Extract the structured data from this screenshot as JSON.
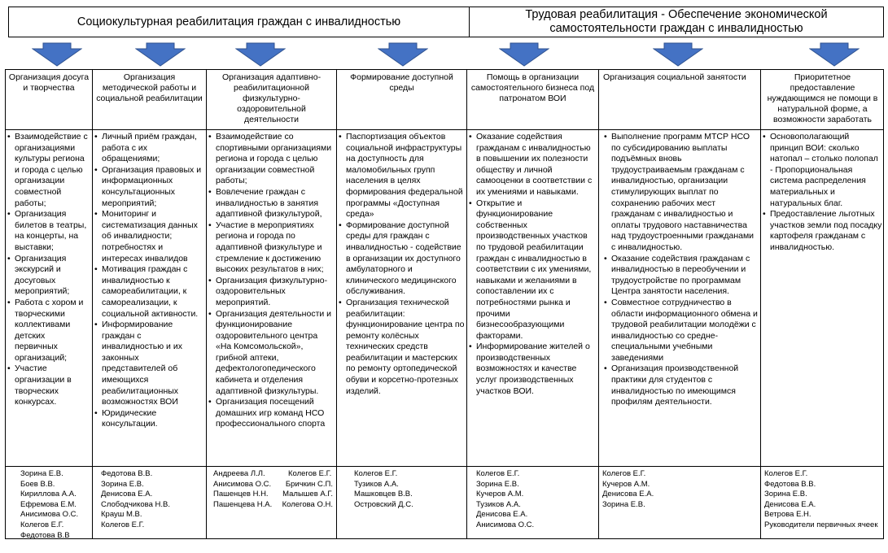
{
  "header": {
    "left_title": "Социокультурная реабилитация граждан с инвалидностью",
    "right_title_line1": "Трудовая реабилитация - Обеспечение экономической",
    "right_title_line2": "самостоятельности граждан с инвалидностью"
  },
  "colors": {
    "arrow_fill": "#4472C4",
    "arrow_stroke": "#2F528F",
    "border": "#000000"
  },
  "icons": {
    "arrow": "down-arrow-icon"
  },
  "columns": [
    {
      "title": "Организация досуга и творчества",
      "items": [
        "Взаимодействие с организациями культуры региона и города с целью организации совместной работы;",
        "Организация билетов в театры, на концерты, на выставки;",
        "Организация экскурсий и досуговых мероприятий;",
        "Работа с хором и творческими коллективами детских первичных организаций;",
        "Участие организации в творческих конкурсах."
      ],
      "people": [
        "Зорина Е.В.",
        "Боев В.В.",
        "Кириллова А.А.",
        "Ефремова Е.М.",
        "Анисимова О.С.",
        "Колегов Е.Г.",
        "Федотова В.В"
      ]
    },
    {
      "title": "Организация методической работы и социальной реабилитации",
      "items": [
        "Личный приём граждан, работа с их обращениями;",
        "Организация правовых и информационных консультационных мероприятий;",
        "Мониторинг и систематизация данных об инвалидности; потребностях и интересах инвалидов",
        "Мотивация граждан с инвалидностью к самореабилитации, к самореализации, к социальной активности.",
        "Информирование граждан с инвалидностью и их законных представителей об имеющихся реабилитационных возможностях ВОИ",
        "Юридические консультации."
      ],
      "people": [
        "Федотова В.В.",
        "Зорина Е.В.",
        "Денисова Е.А.",
        "Слободчикова Н.В.",
        "Крауш М.В.",
        "Колегов Е.Г."
      ]
    },
    {
      "title": "Организация адаптивно-реабилитационной физкультурно-оздоровительной деятельности",
      "items": [
        "Взаимодействие со спортивными организациями региона и города с целью организации совместной работы;",
        "Вовлечение граждан с инвалидностью в занятия адаптивной физкультурой,",
        "Участие в мероприятиях региона и города по адаптивной физкультуре и стремление к достижению высоких результатов в них;",
        "Организация физкультурно-оздоровительных мероприятий.",
        "Организация деятельности и функционирование оздоровительного центра «На Комсомольской», грибной аптеки, дефектологопедического кабинета и отделения адаптивной физкультуры.",
        "Организация посещений домашних игр команд НСО профессионального спорта"
      ],
      "people_pairs": [
        [
          "Андреева Л.Л.",
          "Колегов Е.Г."
        ],
        [
          "Анисимова О.С.",
          "Бричкин С.П."
        ],
        [
          "Пашенцев Н.Н.",
          "Малышев А.Г."
        ],
        [
          "Пашенцева Н.А.",
          "Колегова О.Н."
        ]
      ]
    },
    {
      "title": "Формирование доступной среды",
      "items": [
        "Паспортизация объектов социальной инфраструктуры на доступность для маломобильных групп населения в целях формирования федеральной программы «Доступная среда»",
        "Формирование доступной среды для граждан с инвалидностью - содействие в организации их доступного амбулаторного и клинического медицинского обслуживания.",
        "Организация технической реабилитации: функционирование центра по ремонту колёсных технических средств реабилитации и мастерских по ремонту ортопедической обуви и корсетно-протезных изделий."
      ],
      "people": [
        "Колегов Е.Г.",
        "Тузиков А.А.",
        "Машковцев В.В.",
        "Островский Д.С."
      ]
    },
    {
      "title": "Помощь в организации самостоятельного бизнеса под патронатом ВОИ",
      "items": [
        "Оказание содействия гражданам с инвалидностью в повышении их полезности обществу и личной самооценки в соответствии с их умениями и навыками.",
        "Открытие и функционирование собственных производственных участков по трудовой реабилитации граждан с инвалидностью в соответствии с их умениями, навыками и желаниями в сопоставлении их с потребностями рынка и прочими бизнесообразующими факторами.",
        "Информирование жителей о производственных возможностях и качестве услуг производственных участков ВОИ."
      ],
      "people": [
        "Колегов Е.Г.",
        "Зорина Е.В.",
        "Кучеров А.М.",
        "Тузиков А.А.",
        "Денисова Е.А.",
        "Анисимова О.С."
      ]
    },
    {
      "title": "Организация социальной занятости",
      "items": [
        "Выполнение программ МТСР НСО по субсидированию выплаты подъёмных вновь трудоустраиваемым гражданам с инвалидностью, организации стимулирующих выплат по сохранению рабочих мест гражданам с инвалидностью и оплаты трудового наставничества над трудоустроенными гражданами с инвалидностью.",
        "Оказание содействия гражданам с инвалидностью в переобучении и трудоустройстве по программам Центра занятости населения.",
        "Совместное сотрудничество в области информационного обмена и трудовой реабилитации молодёжи с инвалидностью со средне-специальными учебными заведениями",
        "Организация производственной практики для студентов с инвалидностью по имеющимся профилям деятельности."
      ],
      "people": [
        "Колегов Е.Г.",
        "Кучеров А.М.",
        "Денисова Е.А.",
        "Зорина Е.В."
      ]
    },
    {
      "title": "Приоритетное предоставление нуждающимся не помощи в натуральной форме, а возможности заработать",
      "items": [
        "Основополагающий принцип ВОИ: сколько натопал – столько полопал - Пропорциональная система распределения материальных и натуральных благ.",
        "Предоставление льготных участков земли под посадку картофеля гражданам с инвалидностью."
      ],
      "people": [
        "Колегов Е.Г.",
        "Федотова В.В.",
        "Зорина Е.В.",
        "Денисова Е.А.",
        "Ветрова Е.Н.",
        "Руководители первичных ячеек"
      ]
    }
  ]
}
